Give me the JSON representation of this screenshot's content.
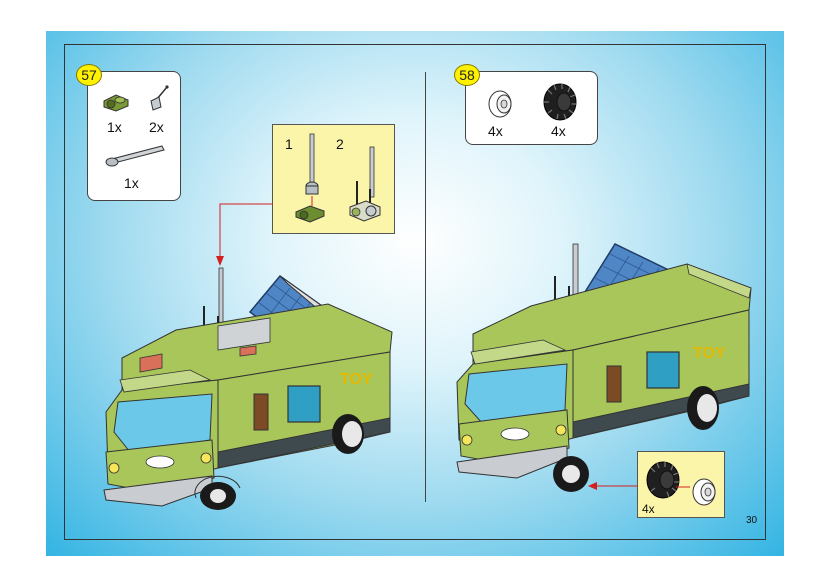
{
  "page_number": "30",
  "step57": {
    "number": "57",
    "parts": [
      {
        "name": "green-clip-plate",
        "qty": "1x"
      },
      {
        "name": "grey-antenna-base",
        "qty": "2x"
      },
      {
        "name": "grey-antenna-bar",
        "qty": "1x"
      }
    ],
    "callout_steps": [
      "1",
      "2"
    ]
  },
  "step58": {
    "number": "58",
    "parts": [
      {
        "name": "white-wheel-rim",
        "qty": "4x"
      },
      {
        "name": "black-tire",
        "qty": "4x"
      }
    ],
    "callout_qty": "4x"
  },
  "colors": {
    "body_green": "#a8c65a",
    "dark_green": "#6d8e30",
    "window_blue": "#6cc8e8",
    "solar_blue": "#4f86c6",
    "callout_yellow": "#fbf5a9",
    "arrow_red": "#d41f1f",
    "step_yellow": "#fff200"
  }
}
